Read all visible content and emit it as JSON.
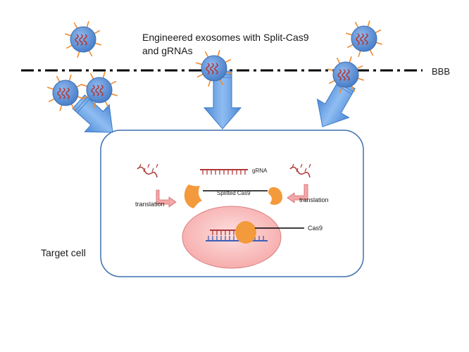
{
  "labels": {
    "title_line1": "Engineered exosomes with Split-Cas9",
    "title_line2": "and gRNAs",
    "bbb": "BBB",
    "grna": "gRNA",
    "splitted_cas9": "Splitted Cas9",
    "translation_left": "translation",
    "translation_right": "translation",
    "cas9": "Cas9",
    "target_cell": "Target cell"
  },
  "colors": {
    "exosome_fill": "#5a8fd6",
    "exosome_stroke": "#3a6fb6",
    "spike": "#f08a2c",
    "rna": "#b03a3a",
    "arrow_fill": "#6aa3e6",
    "arrow_stroke": "#3d79c4",
    "cell_border": "#3e6fb0",
    "nucleus_fill": "#f8b5b5",
    "nucleus_stroke": "#d98080",
    "cas9": "#f39a3c",
    "dna": "#3d5fb8",
    "translation_arrow": "#f4a7a7"
  }
}
